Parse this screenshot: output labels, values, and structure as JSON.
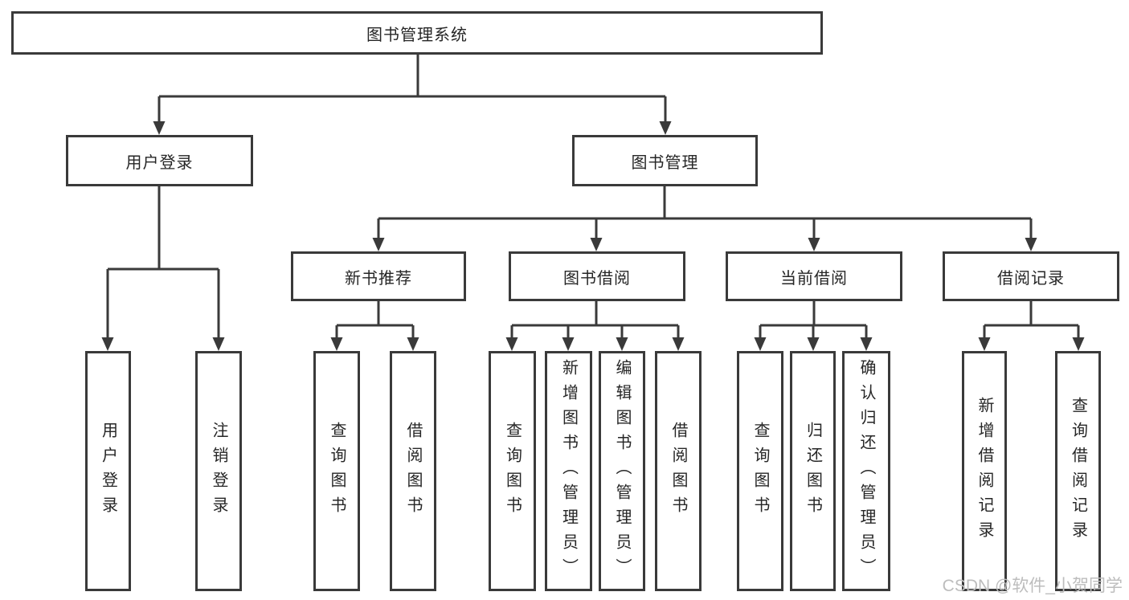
{
  "tree": {
    "root": {
      "label": "图书管理系统",
      "children": [
        {
          "label": "用户登录",
          "children": [
            {
              "label": "用户登录"
            },
            {
              "label": "注销登录"
            }
          ]
        },
        {
          "label": "图书管理",
          "children": [
            {
              "label": "新书推荐",
              "children": [
                {
                  "label": "查询图书"
                },
                {
                  "label": "借阅图书"
                }
              ]
            },
            {
              "label": "图书借阅",
              "children": [
                {
                  "label": "查询图书"
                },
                {
                  "label": "新增图书（管理员）"
                },
                {
                  "label": "编辑图书（管理员）"
                },
                {
                  "label": "借阅图书"
                }
              ]
            },
            {
              "label": "当前借阅",
              "children": [
                {
                  "label": "查询图书"
                },
                {
                  "label": "归还图书"
                },
                {
                  "label": "确认归还（管理员）"
                }
              ]
            },
            {
              "label": "借阅记录",
              "children": [
                {
                  "label": "新增借阅记录"
                },
                {
                  "label": "查询借阅记录"
                }
              ]
            }
          ]
        }
      ]
    }
  },
  "watermark": "CSDN @软件_小贺同学",
  "colors": {
    "line": "#3a3a3a",
    "box_border": "#3a3a3a",
    "label_text": "#262626",
    "watermark_text": "#bdbdbd",
    "background": "#ffffff"
  }
}
